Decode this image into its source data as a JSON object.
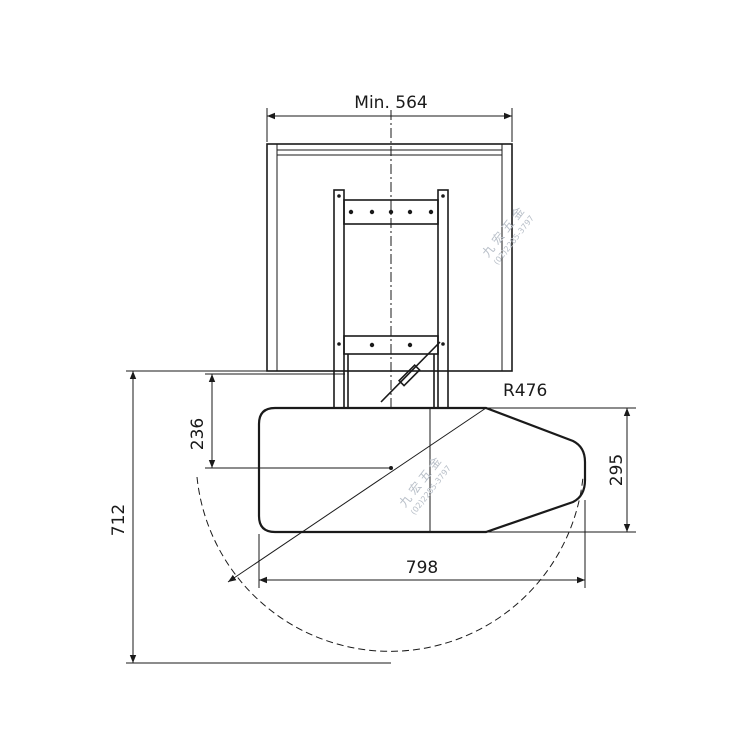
{
  "dimensions": {
    "min_width": "Min. 564",
    "radius": "R476",
    "height_offset": "236",
    "total_height": "712",
    "board_width": "295",
    "board_length": "798"
  },
  "watermark": {
    "brand": "九 宏 五 金",
    "phone_top": "(02)2285-3797",
    "phone_board": "(02)2285-3797"
  }
}
